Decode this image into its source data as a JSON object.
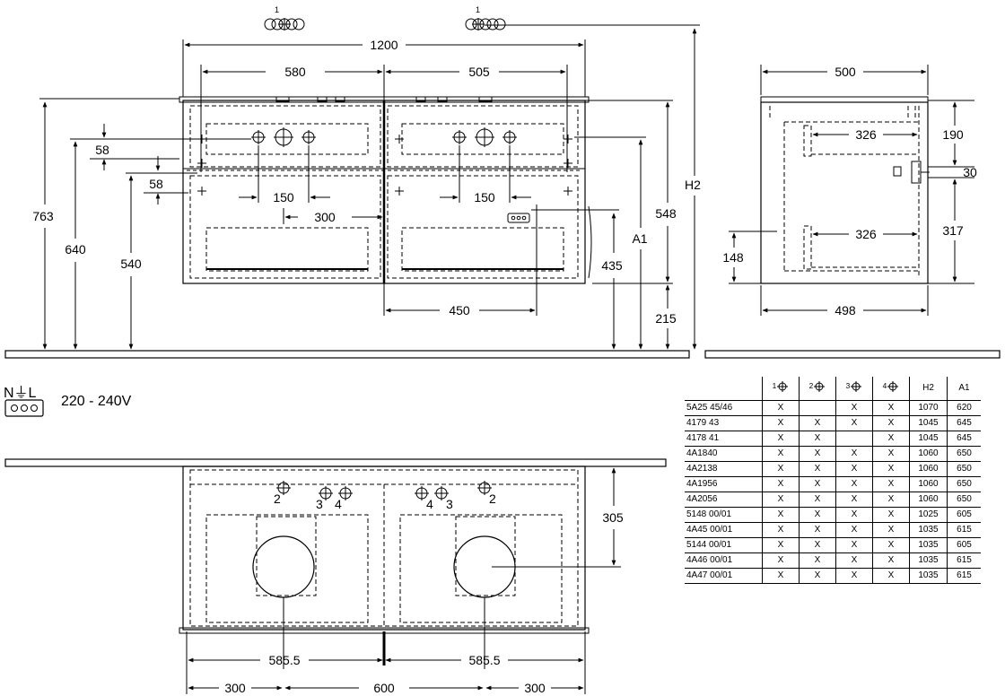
{
  "front_view": {
    "overall_width": "1200",
    "left_basin_offset": "580",
    "right_basin_offset": "505",
    "total_height": "763",
    "top_height": "640",
    "drawer_split": "540",
    "upper_gap": "58",
    "lower_gap": "58",
    "tap_spacing_left": "150",
    "tap_spacing_right": "150",
    "left_drain_spacing": "300",
    "socket_offset": "450",
    "socket_height": "435",
    "body_height": "548",
    "leg_height": "215",
    "label_a1": "A1",
    "label_h2": "H2",
    "callout_left": "1",
    "callout_right": "1"
  },
  "side_view": {
    "top_depth": "500",
    "bottom_depth": "498",
    "upper_inner": "326",
    "lower_inner": "326",
    "top_offset": "190",
    "shelf_thickness": "30",
    "lower_height": "317",
    "drawer_height": "148"
  },
  "electrical": {
    "symbol": "N⏚L",
    "voltage": "220 - 240V"
  },
  "top_view": {
    "depth": "305",
    "left_span": "585.5",
    "right_span": "585.5",
    "edge_left": "300",
    "center": "600",
    "edge_right": "300",
    "labels_left": [
      "2",
      "3",
      "4"
    ],
    "labels_right": [
      "4",
      "3",
      "2"
    ]
  },
  "table": {
    "headers": [
      "",
      "1",
      "2",
      "3",
      "4",
      "H2",
      "A1"
    ],
    "rows": [
      [
        "5A25 45/46",
        "X",
        "",
        "X",
        "X",
        "1070",
        "620"
      ],
      [
        "4179 43",
        "X",
        "X",
        "X",
        "X",
        "1045",
        "645"
      ],
      [
        "4178 41",
        "X",
        "X",
        "",
        "X",
        "1045",
        "645"
      ],
      [
        "4A1840",
        "X",
        "X",
        "X",
        "X",
        "1060",
        "650"
      ],
      [
        "4A2138",
        "X",
        "X",
        "X",
        "X",
        "1060",
        "650"
      ],
      [
        "4A1956",
        "X",
        "X",
        "X",
        "X",
        "1060",
        "650"
      ],
      [
        "4A2056",
        "X",
        "X",
        "X",
        "X",
        "1060",
        "650"
      ],
      [
        "5148 00/01",
        "X",
        "X",
        "X",
        "X",
        "1025",
        "605"
      ],
      [
        "4A45 00/01",
        "X",
        "X",
        "X",
        "X",
        "1035",
        "615"
      ],
      [
        "5144 00/01",
        "X",
        "X",
        "X",
        "X",
        "1035",
        "605"
      ],
      [
        "4A46 00/01",
        "X",
        "X",
        "X",
        "X",
        "1035",
        "615"
      ],
      [
        "4A47 00/01",
        "X",
        "X",
        "X",
        "X",
        "1035",
        "615"
      ]
    ]
  }
}
